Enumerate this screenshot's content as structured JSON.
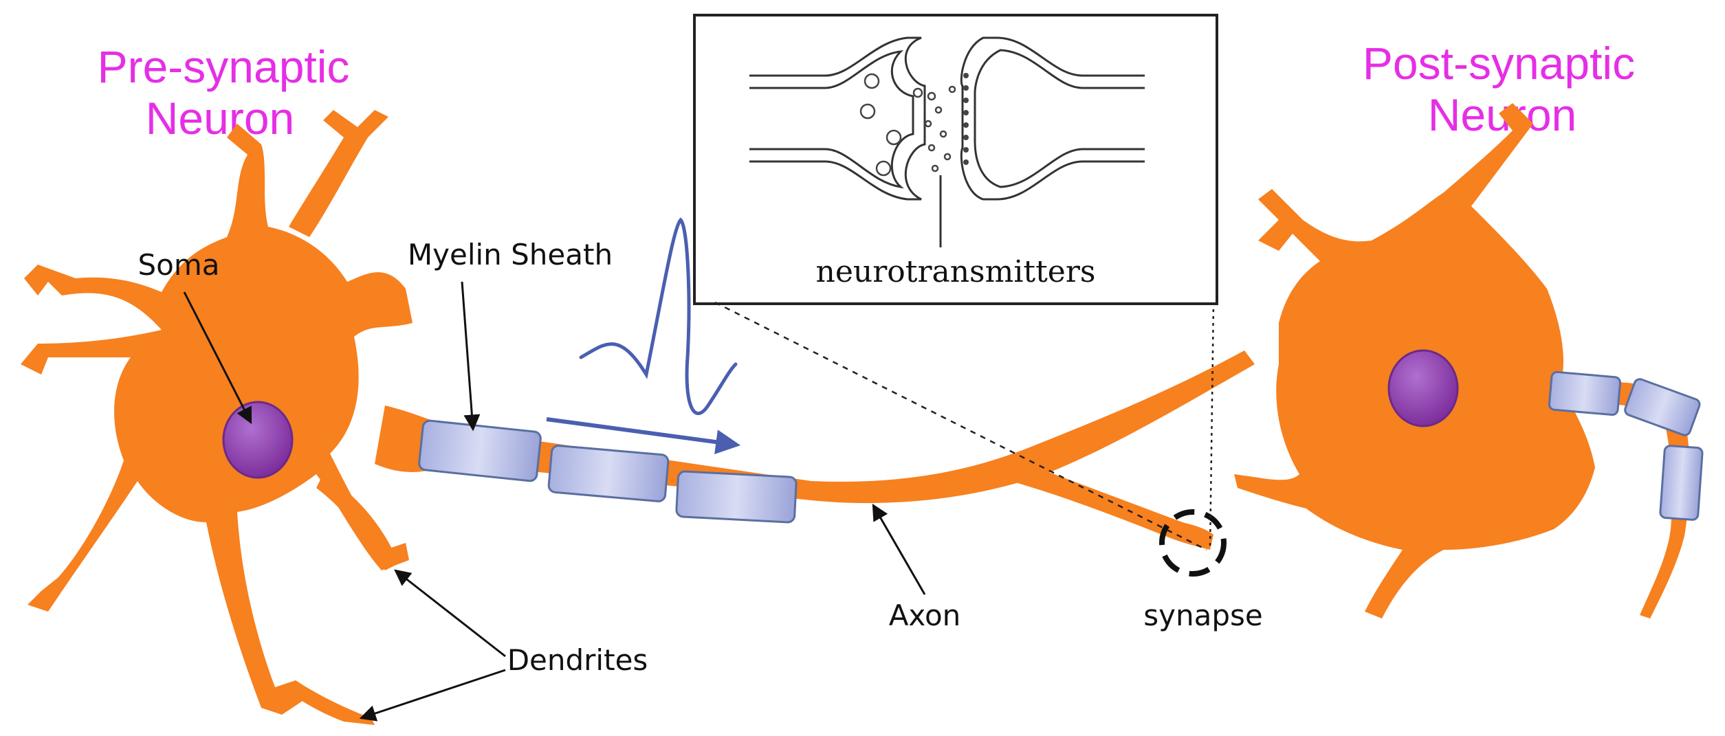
{
  "labels": {
    "pre_line1": "Pre-synaptic",
    "pre_line2": "Neuron",
    "post_line1": "Post-synaptic",
    "post_line2": "Neuron",
    "soma": "Soma",
    "myelin": "Myelin Sheath",
    "dendrites": "Dendrites",
    "axon": "Axon",
    "synapse": "synapse",
    "neurotransmitters": "neurotransmitters"
  },
  "colors": {
    "neuron_body": "#f7801f",
    "nucleus": "#8a3aa8",
    "myelin": "#b8bfe6",
    "signal": "#4a5fb0",
    "title_text": "#e62ee6"
  },
  "icons": {
    "signal_waveform": "action-potential-waveform",
    "signal_direction": "right-arrow"
  }
}
